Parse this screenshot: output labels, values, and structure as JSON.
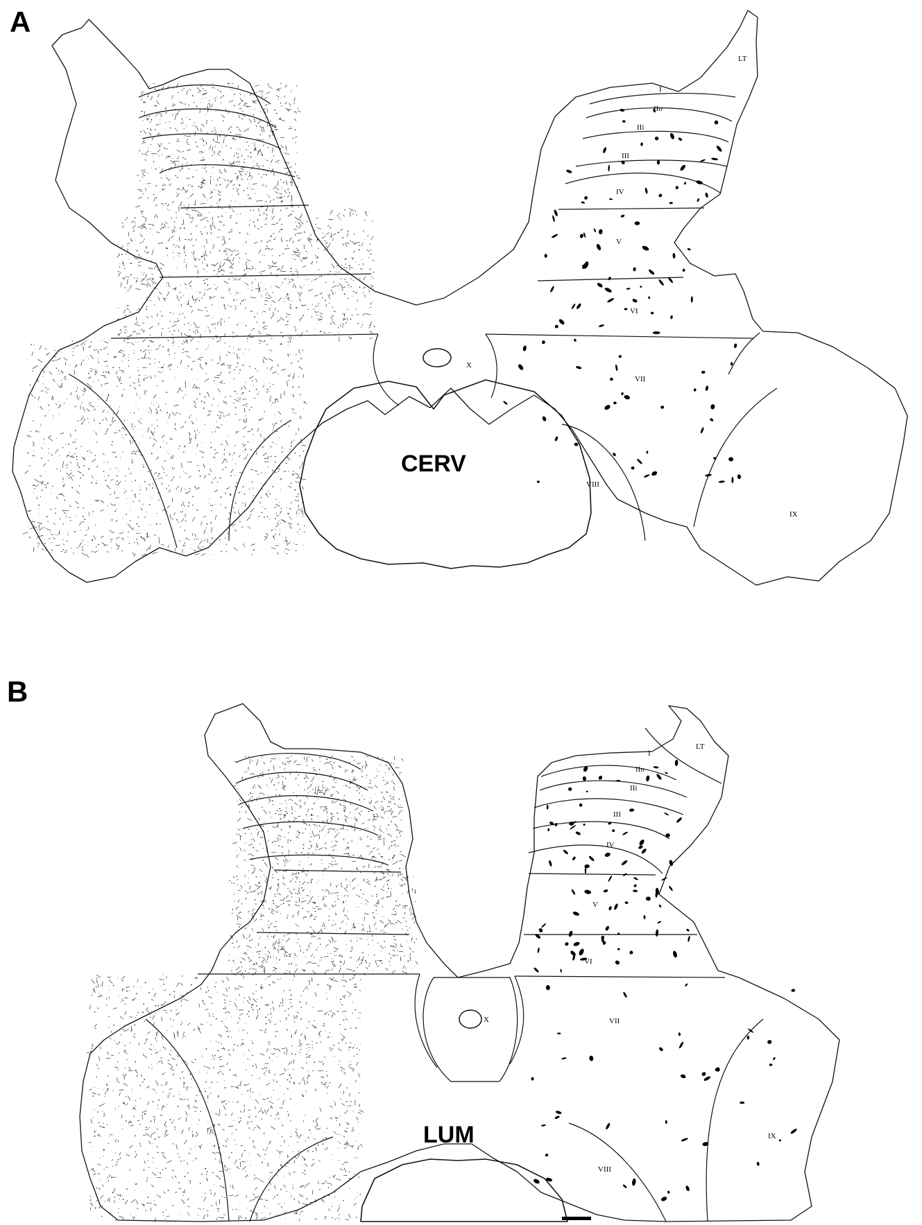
{
  "panels": [
    {
      "letter": "A",
      "title": "CERV",
      "labels": {
        "lt": "LT",
        "l1": "I",
        "l2o": "IIo",
        "l2i": "IIi",
        "l3": "III",
        "l4": "IV",
        "l5": "V",
        "l6": "VI",
        "l7": "VII",
        "l8": "VIII",
        "l9": "IX",
        "l10": "X"
      }
    },
    {
      "letter": "B",
      "title": "LUM",
      "labels": {
        "lt": "LT",
        "l1": "I",
        "l2o": "IIo",
        "l2i": "IIi",
        "l3": "III",
        "l4": "IV",
        "l5": "V",
        "l6": "VI",
        "l7": "VII",
        "l8": "VIII",
        "l9": "IX",
        "l10": "X"
      }
    }
  ],
  "colors": {
    "ink": "#000000",
    "background": "#ffffff"
  }
}
